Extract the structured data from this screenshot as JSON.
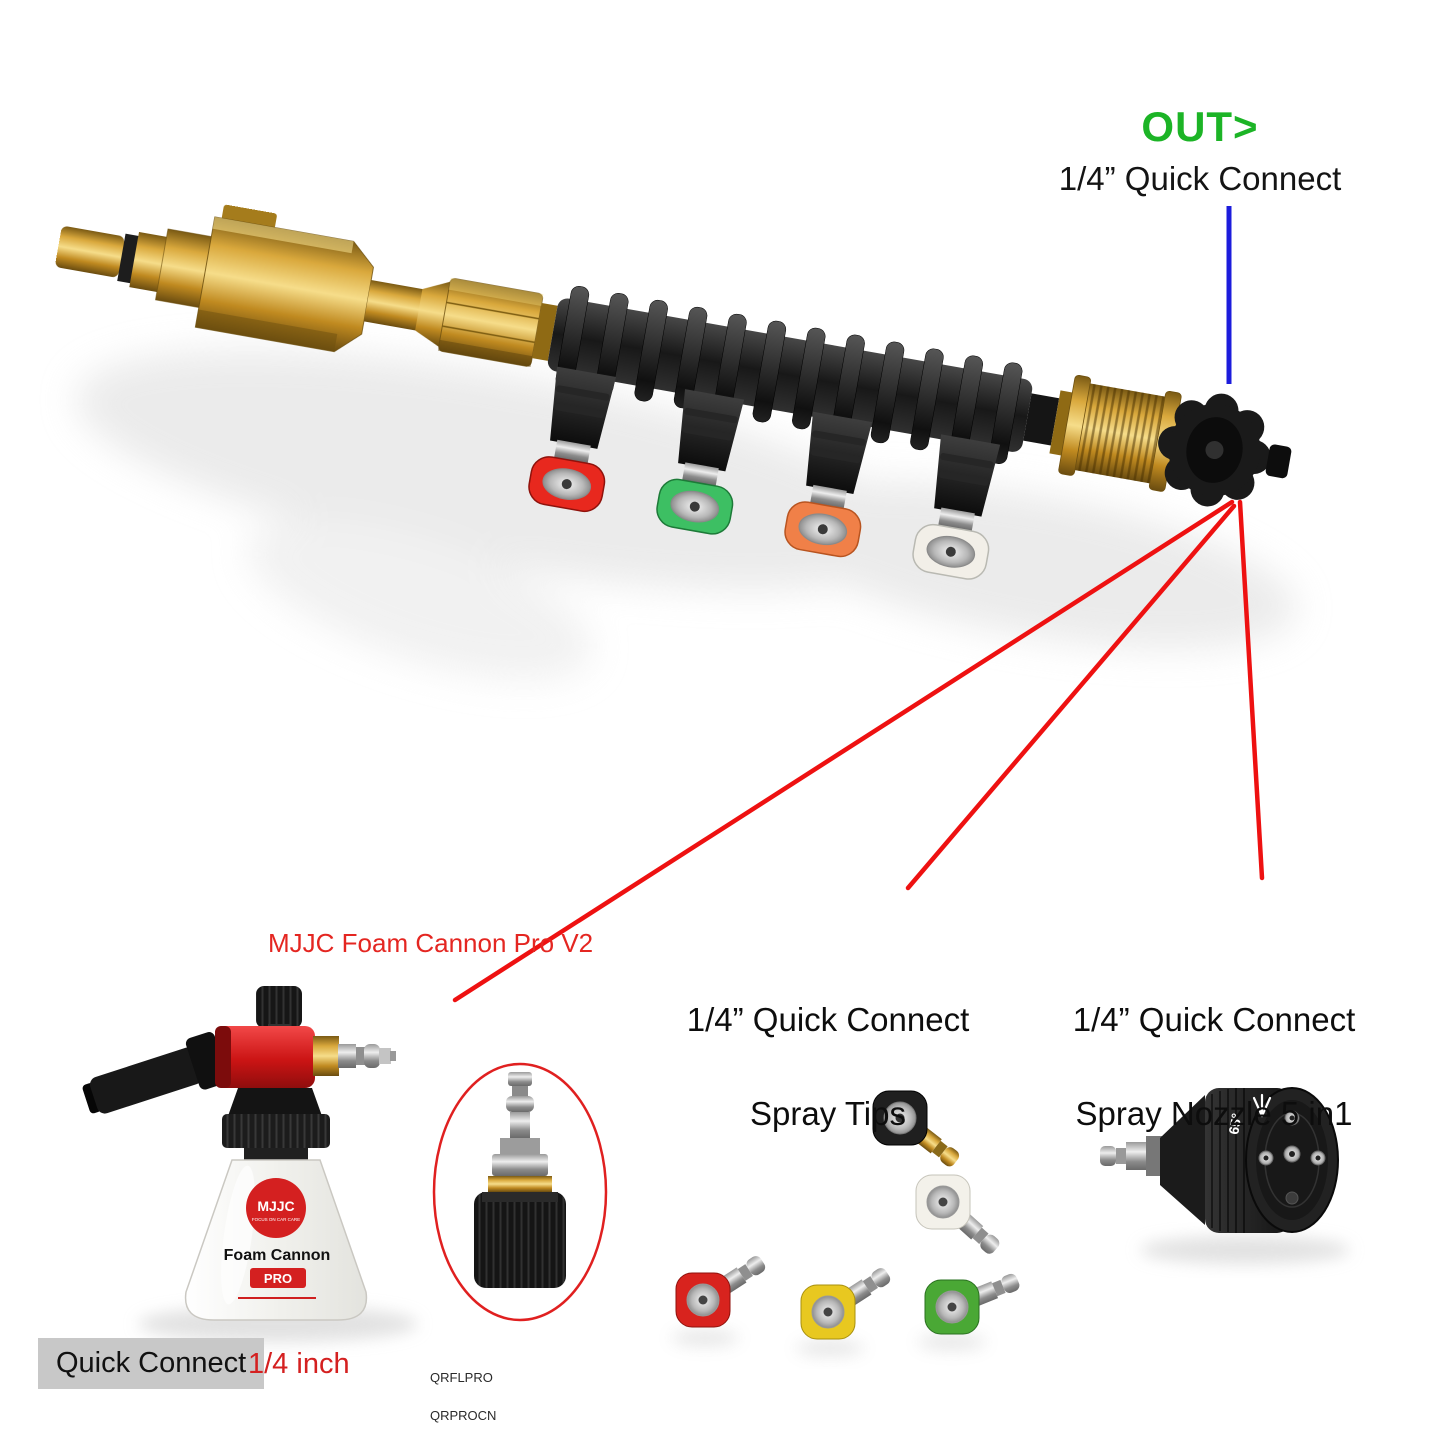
{
  "labels": {
    "out": "OUT>",
    "quick_connect": "1/4” Quick Connect",
    "foam_cannon": "MJJC Foam Cannon Pro V2",
    "spray_tips_line1": "1/4” Quick Connect",
    "spray_tips_line2": "Spray Tips",
    "spray_nozzle_line1": "1/4” Quick Connect",
    "spray_nozzle_line2": "Spray Nozzle 5 in1",
    "quick_connect_box": "Quick Connect",
    "quarter_inch": "1/4 inch",
    "sku1": "QRFLPRO",
    "sku2": "QRPROCN"
  },
  "bottle": {
    "brand": "MJJC",
    "tagline": "FOCUS ON CAR CARE",
    "product": "Foam Cannon",
    "badge": "PRO"
  },
  "nozzle": {
    "angle_marking": "65°"
  },
  "colors": {
    "out_green": "#1cb426",
    "annotation_red": "#ee1111",
    "annotation_blue": "#1c1cdc",
    "brass": "#d9a83c",
    "foam_red": "#d42020",
    "tip_red_installed": "#e8281e",
    "tip_green_installed": "#3dbf63",
    "tip_orange_installed": "#f08048",
    "tip_white_installed": "#f2efe8",
    "tip_black": "#1f1f1f",
    "tip_white": "#f3f1ea",
    "tip_red": "#d8231e",
    "tip_yellow": "#e8c820",
    "tip_green": "#4aa835"
  }
}
